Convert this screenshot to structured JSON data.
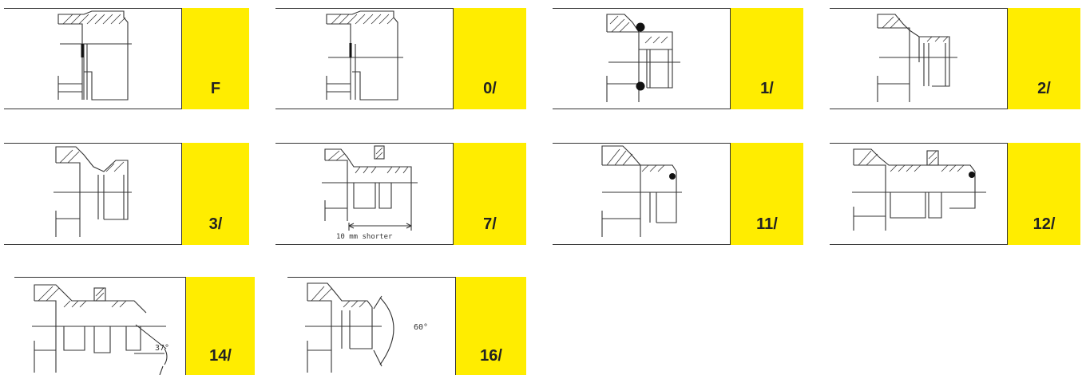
{
  "variants": [
    {
      "code": "F",
      "drawing": "plain-stud-thread-icon"
    },
    {
      "code": "0/",
      "drawing": "plain-stud-thread-icon"
    },
    {
      "code": "1/",
      "drawing": "o-ring-stud-icon"
    },
    {
      "code": "2/",
      "drawing": "stepped-stud-icon"
    },
    {
      "code": "3/",
      "drawing": "cone-stud-icon"
    },
    {
      "code": "7/",
      "drawing": "stud-with-nut-shortened-icon",
      "annotation": "10 mm shorter"
    },
    {
      "code": "11/",
      "drawing": "stud-with-seal-ring-icon"
    },
    {
      "code": "12/",
      "drawing": "long-stud-with-nut-and-seal-icon"
    },
    {
      "code": "14/",
      "drawing": "stud-37-degree-flare-icon",
      "annotation": "37°"
    },
    {
      "code": "16/",
      "drawing": "stud-60-degree-cone-icon",
      "annotation": "60°"
    }
  ],
  "colors": {
    "code_box": "#ffed00",
    "line": "#333333",
    "background": "#ffffff"
  }
}
